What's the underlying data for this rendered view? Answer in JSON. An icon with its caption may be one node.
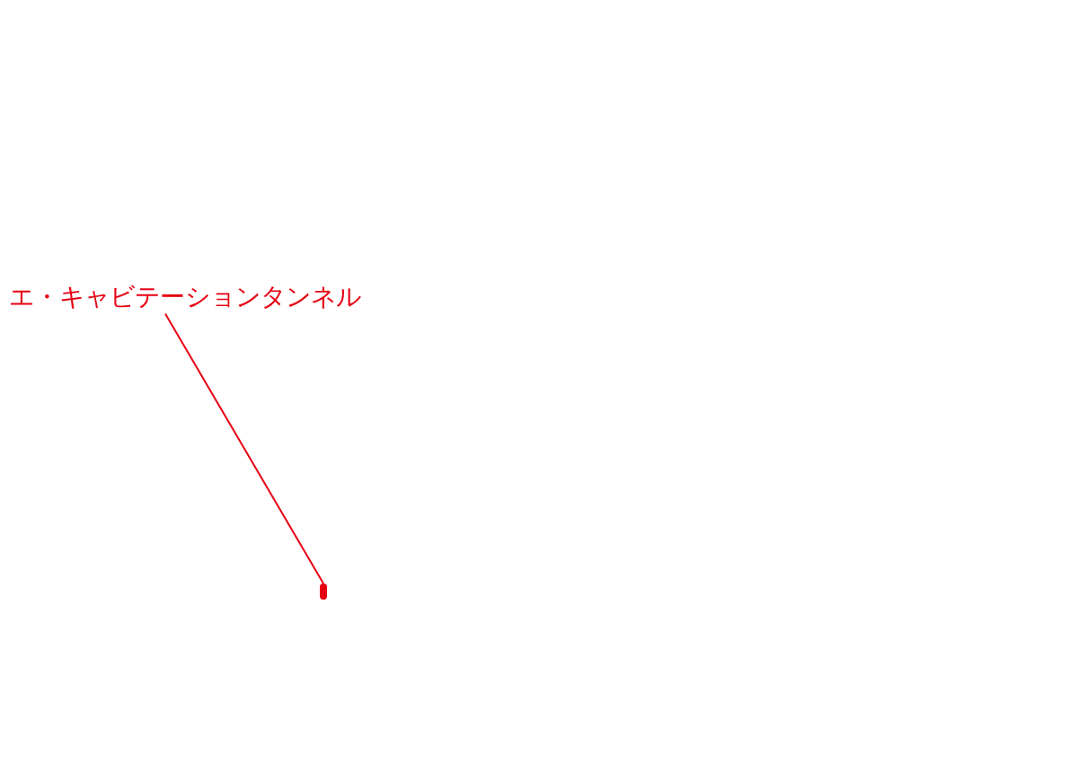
{
  "diagram": {
    "nodes": [
      {
        "text": [
          "エ・キャビテーションタンネル"
        ]
      },
      {
        "text": [],
        "shape": "bar"
      }
    ],
    "edges": [
      {
        "from": 0,
        "to": 1,
        "arrow": "none"
      }
    ]
  }
}
